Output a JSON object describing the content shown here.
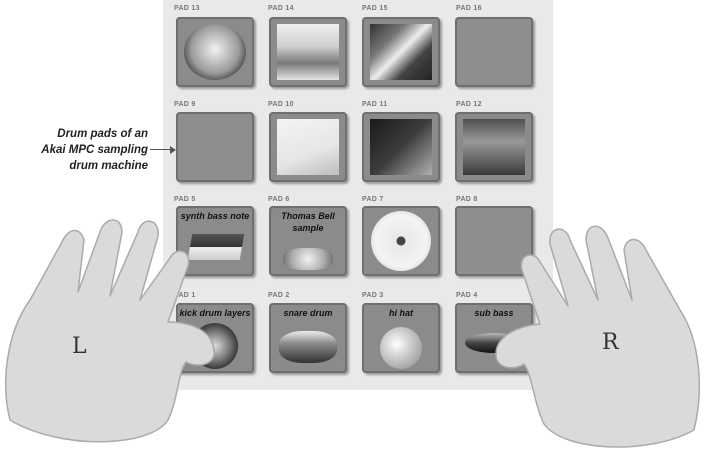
{
  "callout": {
    "line1": "Drum pads of an",
    "line2": "Akai MPC sampling",
    "line3": "drum machine"
  },
  "pads": [
    {
      "label": "PAD 13",
      "title": ""
    },
    {
      "label": "PAD 14",
      "title": ""
    },
    {
      "label": "PAD 15",
      "title": ""
    },
    {
      "label": "PAD 16",
      "title": ""
    },
    {
      "label": "PAD 9",
      "title": ""
    },
    {
      "label": "PAD 10",
      "title": ""
    },
    {
      "label": "PAD 11",
      "title": ""
    },
    {
      "label": "PAD 12",
      "title": ""
    },
    {
      "label": "PAD 5",
      "title": "synth bass note"
    },
    {
      "label": "PAD 6",
      "title": "Thomas Bell sample"
    },
    {
      "label": "PAD 7",
      "title": ""
    },
    {
      "label": "PAD 8",
      "title": ""
    },
    {
      "label": "PAD 1",
      "title": "kick drum layers"
    },
    {
      "label": "PAD 2",
      "title": "snare drum"
    },
    {
      "label": "PAD 3",
      "title": "hi hat"
    },
    {
      "label": "PAD 4",
      "title": "sub bass"
    }
  ],
  "hands": {
    "left": "L",
    "right": "R"
  },
  "colors": {
    "panel": "#e9e9e9",
    "pad": "#8b8b8b",
    "hand": "#dadada"
  }
}
